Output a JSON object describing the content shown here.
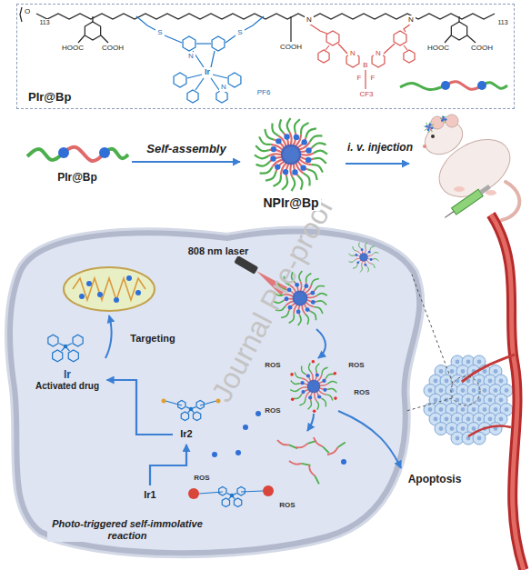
{
  "diagram": {
    "nodes": [
      {
        "text": [
          "PIr@Bp"
        ]
      },
      {
        "text": [
          "PIr@Bp"
        ]
      },
      {
        "text": [
          "NPIr@Bp"
        ]
      },
      {
        "text": [
          "Ir",
          "Activated drug"
        ]
      },
      {
        "text": [
          "Ir2"
        ]
      },
      {
        "text": [
          "Ir1"
        ]
      }
    ],
    "edges": [
      {
        "from": 1,
        "to": 2,
        "label": "Self-assembly",
        "arrow": "to"
      },
      {
        "from": 5,
        "to": 4,
        "label": "Photo-triggered self-immolative reaction",
        "arrow": "to"
      },
      {
        "from": 4,
        "to": 3,
        "arrow": "to"
      }
    ],
    "labels": [
      "O",
      "113",
      "HOOC",
      "COOH",
      "S",
      "S",
      "N",
      "Ir",
      "N",
      "PF6",
      "COOH",
      "N",
      "N",
      "B",
      "N",
      "F",
      "F",
      "CF3",
      "N",
      "HOOC",
      "COOH",
      "113",
      "i. v. injection",
      "808 nm laser",
      "Targeting",
      "ROS",
      "ROS",
      "ROS",
      "ROS",
      "ROS",
      "ROS",
      "Apoptosis",
      "Journal Pre-proof"
    ]
  }
}
